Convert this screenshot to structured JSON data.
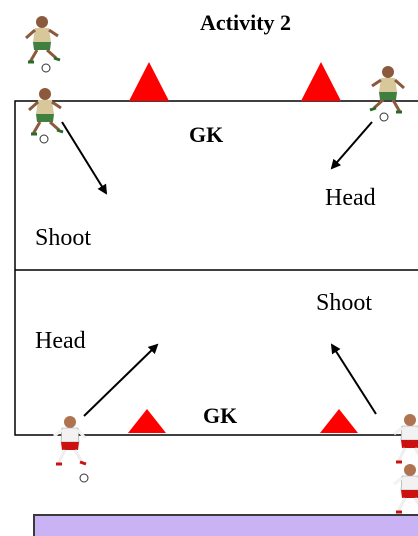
{
  "title": "Activity 2",
  "labels": {
    "gk_top": "GK",
    "gk_bottom": "GK",
    "head_right": "Head",
    "shoot_left": "Shoot",
    "head_left": "Head",
    "shoot_right": "Shoot"
  },
  "colors": {
    "cone": "#ff0000",
    "field_line": "#000000",
    "bottom_panel": "#c9b3f5",
    "player_top_shirt": "#d8c79b",
    "player_top_shorts": "#3f7f3f",
    "player_bottom_shirt": "#f2f2f2",
    "player_bottom_shorts": "#cc1111",
    "skin": "#8b5a3c"
  },
  "icons": [
    "soccer-player-icon",
    "cone-icon",
    "arrow-icon",
    "soccer-ball-icon"
  ]
}
